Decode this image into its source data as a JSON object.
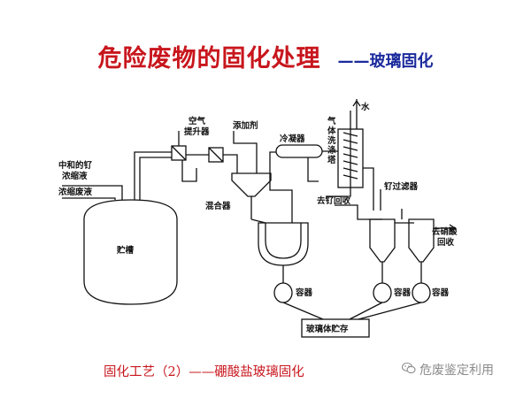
{
  "title": {
    "main": "危险废物的固化处理",
    "sub": "——玻璃固化"
  },
  "caption": "固化工艺（2）——硼酸盐玻璃固化",
  "watermark": {
    "text": "危废鉴定利用",
    "icon": "wechat-icon"
  },
  "diagram_labels": {
    "neutralized_ru": [
      "中和的钌",
      "浓缩液"
    ],
    "concentrated_waste": "浓缩废液",
    "storage_tank": "贮槽",
    "air": "空气",
    "air_lift": "提升器",
    "additive": "添加剂",
    "mixer": "混合器",
    "condenser": "冷凝器",
    "gas_scrubber": [
      "气",
      "体",
      "洗",
      "涤",
      "塔"
    ],
    "water": "水",
    "to_ru_recovery": "去钌回收",
    "ru_filter": "钌过滤器",
    "to_nitric": [
      "去硝酸",
      "回收"
    ],
    "container_1": "容器",
    "container_2": "容器",
    "container_3": "容器",
    "glass_storage": "玻璃体贮存"
  },
  "colors": {
    "title_red": "#c8161d",
    "title_blue": "#1b2a9c",
    "line": "#111111",
    "watermark": "#8c8c8c"
  }
}
